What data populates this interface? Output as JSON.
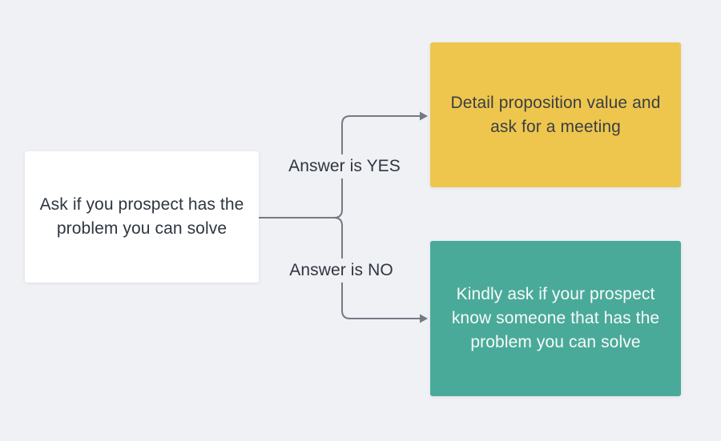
{
  "canvas": {
    "background_color": "#f0f1f5"
  },
  "diagram": {
    "connector_color": "#737a84",
    "nodes": [
      {
        "id": "ask-prospect",
        "text": "Ask if you prospect has the\nproblem you can solve",
        "fill_color": "#ffffff",
        "text_color": "#2f3640"
      },
      {
        "id": "yes-outcome",
        "text": "Detail proposition value and\nask for a meeting",
        "fill_color": "#eec64e",
        "text_color": "#3a3f44"
      },
      {
        "id": "no-outcome",
        "text": "Kindly ask if your prospect\nknow someone that has the\nproblem you can solve",
        "fill_color": "#4aaa99",
        "text_color": "#f7fafa"
      }
    ],
    "edges": [
      {
        "id": "yes-branch",
        "label": "Answer is YES"
      },
      {
        "id": "no-branch",
        "label": "Answer is NO"
      }
    ]
  }
}
